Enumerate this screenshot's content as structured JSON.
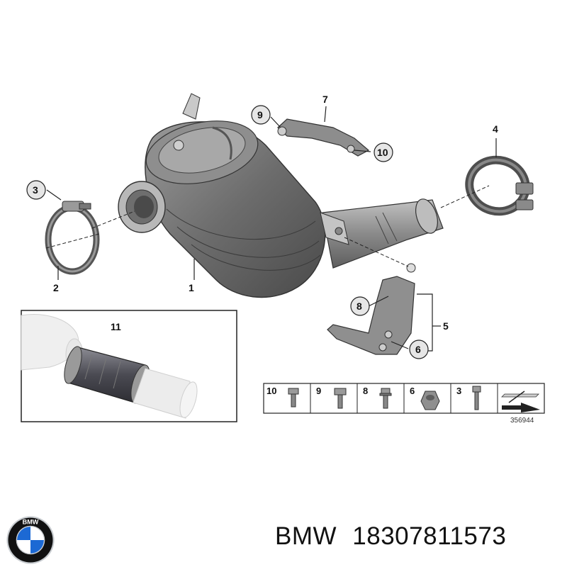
{
  "callouts": {
    "c1": "1",
    "c2": "2",
    "c3": "3",
    "c4": "4",
    "c5": "5",
    "c6": "6",
    "c7": "7",
    "c8": "8",
    "c9": "9",
    "c10": "10",
    "c11": "11"
  },
  "legend": {
    "items": [
      "10",
      "9",
      "8",
      "6",
      "3"
    ],
    "reference": "356944"
  },
  "footer": {
    "brand": "BMW",
    "part_number": "18307811573"
  },
  "logo": {
    "text": "BMW",
    "colors": {
      "ring": "#111111",
      "blue": "#1c69d4",
      "white": "#ffffff",
      "silver": "#c8ccd0"
    }
  }
}
